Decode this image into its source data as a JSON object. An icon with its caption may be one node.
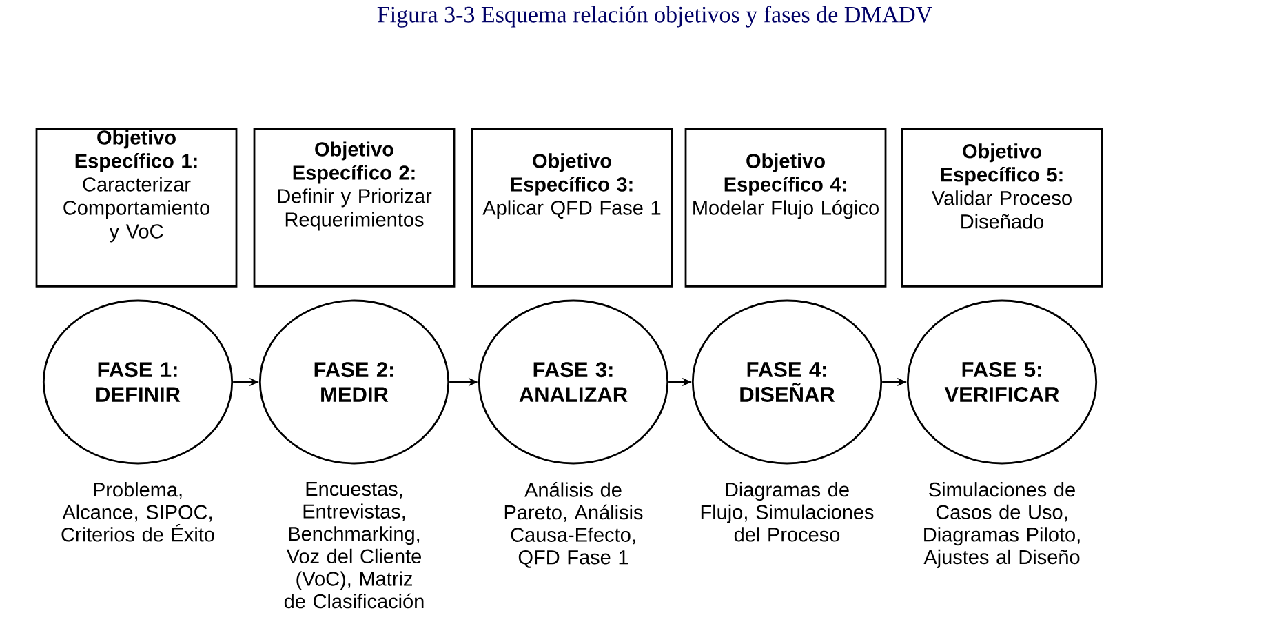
{
  "diagram": {
    "title": "Figura 3-3 Esquema relación objetivos y fases de DMADV",
    "nodes": [
      {
        "text": [
          "Objetivo Específico 1:",
          "Caracterizar Comportamiento y VoC"
        ]
      },
      {
        "text": [
          "Objetivo Específico 2:",
          "Definir y Priorizar Requerimientos"
        ]
      },
      {
        "text": [
          "Objetivo Específico 3:",
          "Aplicar QFD Fase 1"
        ]
      },
      {
        "text": [
          "Objetivo Específico 4:",
          "Modelar Flujo Lógico"
        ]
      },
      {
        "text": [
          "Objetivo Específico 5:",
          "Validar Proceso Diseñado"
        ]
      },
      {
        "text": [
          "FASE 1: DEFINIR"
        ],
        "beside": [
          "Problema, Alcance, SIPOC, Criterios de Éxito"
        ]
      },
      {
        "text": [
          "FASE 2: MEDIR"
        ],
        "beside": [
          "Encuestas, Entrevistas, Benchmarking, Voz del Cliente (VoC), Matriz de Clasificación"
        ]
      },
      {
        "text": [
          "FASE 3: ANALIZAR"
        ],
        "beside": [
          "Análisis de Pareto, Análisis Causa-Efecto, QFD Fase 1"
        ]
      },
      {
        "text": [
          "FASE 4: DISEÑAR"
        ],
        "beside": [
          "Diagramas de Flujo, Simulaciones del Proceso"
        ]
      },
      {
        "text": [
          "FASE 5: VERIFICAR"
        ],
        "beside": [
          "Simulaciones de Casos de Uso, Diagramas Piloto, Ajustes al Diseño"
        ]
      }
    ],
    "edges": [
      {
        "from": 5,
        "to": 6,
        "arrow": "to"
      },
      {
        "from": 6,
        "to": 7,
        "arrow": "to"
      },
      {
        "from": 7,
        "to": 8,
        "arrow": "to"
      },
      {
        "from": 8,
        "to": 9,
        "arrow": "to"
      }
    ]
  }
}
